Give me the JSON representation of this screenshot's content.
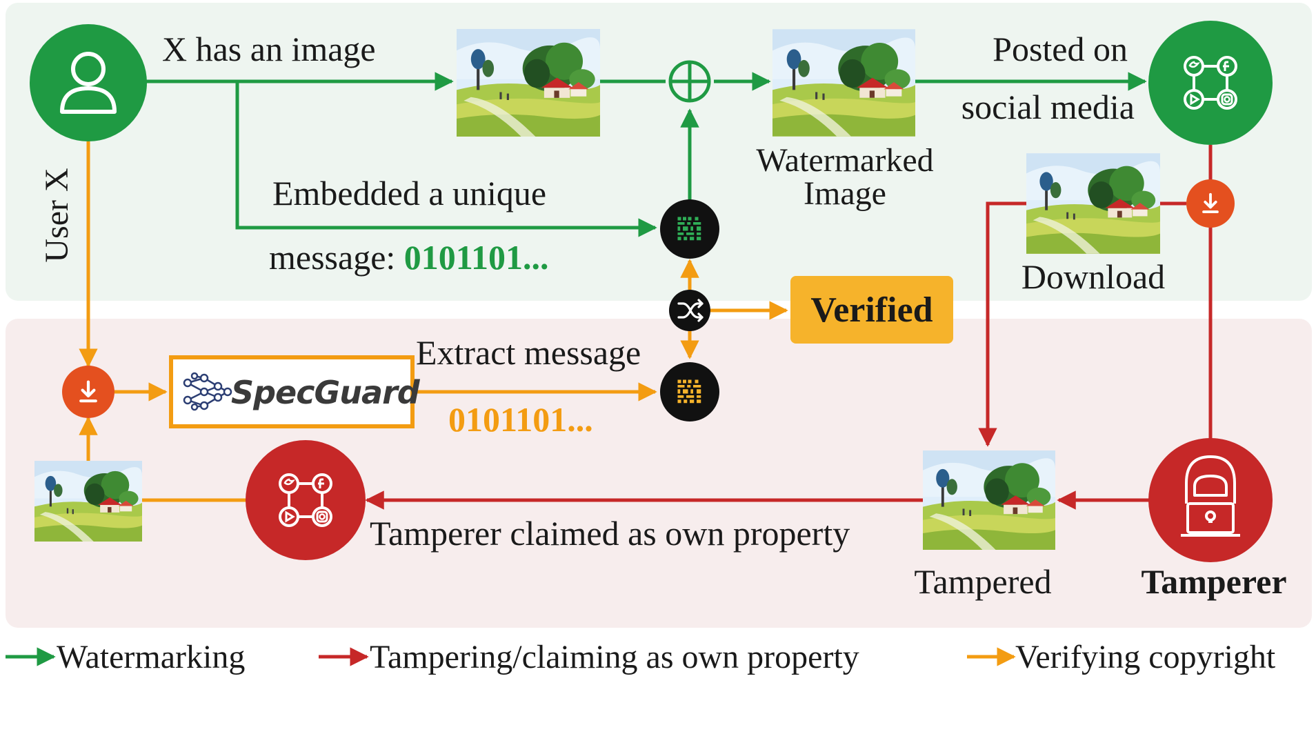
{
  "user_label": "User X",
  "has_image": "X has an image",
  "embed_line1": "Embedded a unique",
  "embed_line2_prefix": "message: ",
  "embed_code": "0101101...",
  "watermarked_line1": "Watermarked",
  "watermarked_line2": "Image",
  "posted_line1": "Posted on",
  "posted_line2": "social media",
  "download": "Download",
  "verified": "Verified",
  "extract": "Extract message",
  "extract_code": "0101101...",
  "specguard": "SpecGuard",
  "claim": "Tamperer claimed as own property",
  "tampered": "Tampered",
  "tamperer": "Tamperer",
  "legend": {
    "watermarking": "Watermarking",
    "tampering": "Tampering/claiming as own property",
    "verifying": "Verifying copyright"
  },
  "colors": {
    "green": "#1f9a43",
    "red": "#c62828",
    "orange": "#f39c12",
    "verified_bg": "#f6b32b",
    "top_band": "#eef5f0",
    "bottom_band": "#f7eded"
  },
  "icons": {
    "user": "user-icon",
    "social": "social-media-icon",
    "download": "download-icon",
    "shuffle": "shuffle-icon",
    "qr": "qr-code-icon",
    "hacker": "hacker-icon",
    "network": "neural-network-icon"
  }
}
